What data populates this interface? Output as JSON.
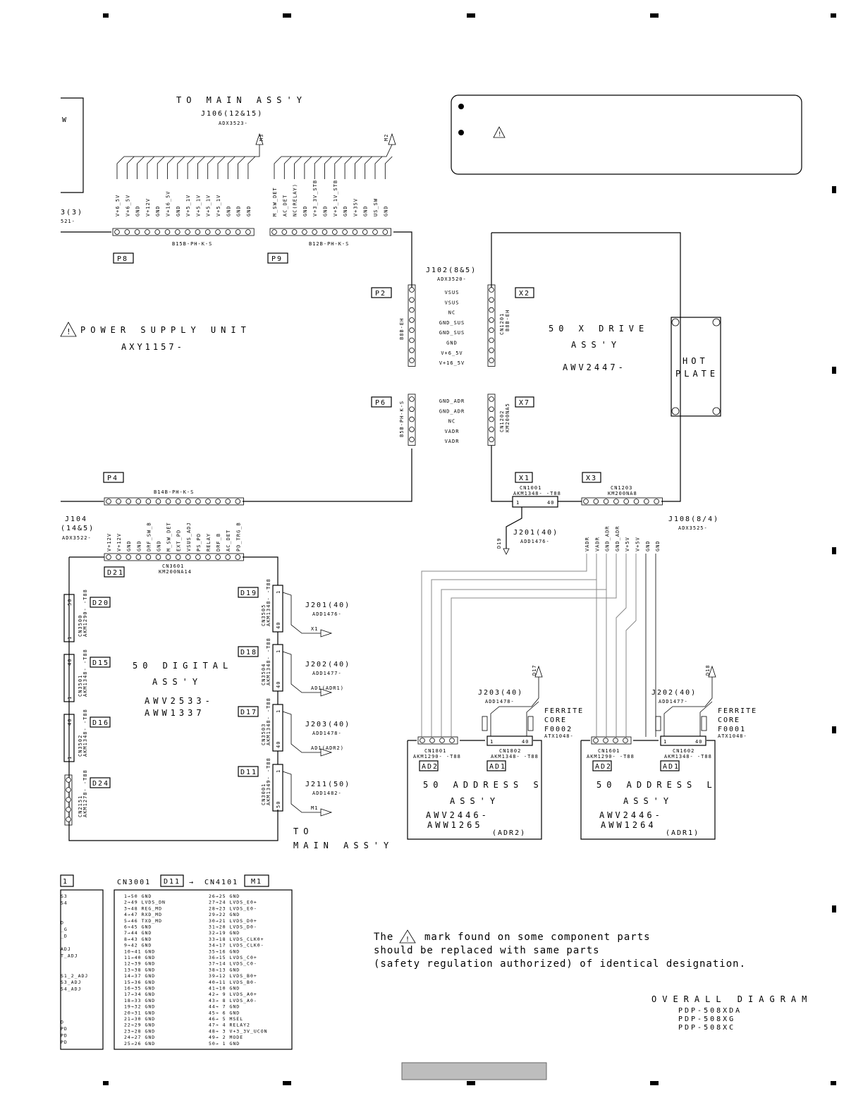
{
  "title": {
    "line1": "OVERALL DIAGRAM",
    "models": [
      "PDP-508XDA",
      "PDP-508XG",
      "PDP-508XC"
    ]
  },
  "safety_note": {
    "line1": "The",
    "line1b": "mark found on some component parts",
    "line2": "should be replaced with same parts",
    "line3": "(safety regulation authorized) of identical designation."
  },
  "main_top": {
    "label": "TO MAIN ASS'Y",
    "connector": "J106(12&15)",
    "part": "ADX3523-",
    "m3": "M3",
    "m2": "M2"
  },
  "p8": {
    "tag": "P8",
    "part": "B15B-PH-K-S",
    "pins": [
      "V+6_5V",
      "V+6_5V",
      "GND",
      "V+12V",
      "GND",
      "V+16_5V",
      "GND",
      "V+5_1V",
      "V+5_1V",
      "V+5_1V",
      "V+5_1V",
      "GND",
      "GND",
      "GND"
    ]
  },
  "p9": {
    "tag": "P9",
    "part": "B12B-PH-K-S",
    "pins": [
      "M_SW_DET",
      "AC_DET",
      "NC(RELAY)",
      "GND",
      "V+3_3V_STB",
      "GND",
      "V+5_1V_STB",
      "GND",
      "V+35V",
      "GND",
      "US_SW",
      "GND"
    ]
  },
  "left_cut": {
    "w": "W",
    "n3": "3(3)",
    "n521": "521-"
  },
  "psu": {
    "name": "POWER SUPPLY UNIT",
    "part": "AXY1157-"
  },
  "j102": {
    "connector": "J102(8&5)",
    "part": "ADX3520-",
    "p2": "P2",
    "p6": "P6",
    "x2": "X2",
    "x7": "X7",
    "p2part": "B8B-EH",
    "p6part": "B5B-PH-K-S",
    "cn1201": "CN1201",
    "cn1201part": "B8B-EH",
    "cn1202": "CN1202",
    "cn1202part": "KM200NA5",
    "sigs_a": [
      "VSUS",
      "VSUS",
      "NC",
      "GND_SUS",
      "GND_SUS",
      "GND",
      "V+6_5V",
      "V+16_5V"
    ],
    "sigs_b": [
      "GND_ADR",
      "GND_ADR",
      "NC",
      "VADR",
      "VADR"
    ]
  },
  "xdrive": {
    "name": "50 X DRIVE",
    "assy": "ASS'Y",
    "part": "AWV2447-",
    "hot1": "HOT",
    "hot2": "PLATE"
  },
  "p4": {
    "tag": "P4",
    "part": "B14B-PH-K-S",
    "conn": "J104",
    "conn2": "(14&5)",
    "conn_part": "ADX3522-",
    "pins": [
      "V+12V",
      "V+12V",
      "GND",
      "GND",
      "DRF_SW_B",
      "GND",
      "M_SW_DET",
      "EXT_PD",
      "VSUS_ADJ",
      "PS_PD",
      "RELAY",
      "DRF_B",
      "AC_DET",
      "PD_TRG_B"
    ]
  },
  "x1": {
    "tag": "X1",
    "cn": "CN1001",
    "cnpart": "AKM1348- -T88",
    "p1": "1",
    "p40": "40",
    "conn": "J201(40)",
    "part": "ADD1476-",
    "d19": "D19"
  },
  "x3": {
    "tag": "X3",
    "cn": "CN1203",
    "cnpart": "KM200NA8",
    "conn": "J108(8/4)",
    "part": "ADX3525-",
    "pins": [
      "VADR",
      "VADR",
      "GND_ADR",
      "GND_ADR",
      "V+5V",
      "V+5V",
      "GND",
      "GND"
    ]
  },
  "digital": {
    "name": "50 DIGITAL",
    "assy": "ASS'Y",
    "part1": "AWV2533-",
    "part2": "AWW1337",
    "d21": "D21",
    "cn3601": "CN3601",
    "cn3601part": "KM200NA14",
    "left": [
      {
        "tag": "D20",
        "cn": "CN3500",
        "p": "AKM1290- -T88",
        "a": "50",
        "b": "1"
      },
      {
        "tag": "D15",
        "cn": "CN3501",
        "p": "AKM1348- -T88",
        "a": "40",
        "b": "1"
      },
      {
        "tag": "D16",
        "cn": "CN3502",
        "p": "AKM1348- -T88",
        "a": "40",
        "b": "1"
      },
      {
        "tag": "D24",
        "cn": "CN2151",
        "p": "AKM1278- -T88",
        "a": "",
        "b": ""
      }
    ],
    "right": [
      {
        "tag": "D19",
        "cn": "CN3505",
        "p": "AKM1348- -T88",
        "conn": "J201(40)",
        "part": "ADD1476-",
        "dest": "X1",
        "a": "1",
        "b": "40"
      },
      {
        "tag": "D18",
        "cn": "CN3504",
        "p": "AKM1348- -T88",
        "conn": "J202(40)",
        "part": "ADD1477-",
        "dest": "AD1(ADR1)",
        "a": "1",
        "b": "40"
      },
      {
        "tag": "D17",
        "cn": "CN3503",
        "p": "AKM1348- -T88",
        "conn": "J203(40)",
        "part": "ADD1478-",
        "dest": "AD1(ADR2)",
        "a": "1",
        "b": "40"
      },
      {
        "tag": "D11",
        "cn": "CN3001",
        "p": "AKM1349- -T88",
        "conn": "J211(50)",
        "part": "ADD1482-",
        "dest": "M1",
        "a": "1",
        "b": "50"
      }
    ],
    "to": "TO",
    "main": "MAIN ASS'Y"
  },
  "adr_s": {
    "name": "50 ADDRESS S",
    "assy": "ASS'Y",
    "part1": "AWV2446-",
    "part2": "AWW1265",
    "tag": "(ADR2)",
    "ad2": "AD2",
    "ad1": "AD1",
    "cn1": "CN1801",
    "cn1p": "AKM1290- -T88",
    "cn2": "CN1802",
    "cn2p": "AKM1348- -T88",
    "conn": "J203(40)",
    "part": "ADD1478-",
    "d17": "D17",
    "ferrite": [
      "FERRITE",
      "CORE",
      "F0002"
    ],
    "fpart": "ATX1048-",
    "p1": "1",
    "p40": "40"
  },
  "adr_l": {
    "name": "50 ADDRESS L",
    "assy": "ASS'Y",
    "part1": "AWV2446-",
    "part2": "AWW1264",
    "tag": "(ADR1)",
    "ad2": "AD2",
    "ad1": "AD1",
    "cn1": "CN1601",
    "cn1p": "AKM1290- -T88",
    "cn2": "CN1602",
    "cn2p": "AKM1348- -T88",
    "conn": "J202(40)",
    "part": "ADD1477-",
    "d18": "D18",
    "ferrite": [
      "FERRITE",
      "CORE",
      "F0001"
    ],
    "fpart": "ATX1048-",
    "p1": "1",
    "p40": "40"
  },
  "table": {
    "cn_a": "CN3001",
    "tag_a": "D11",
    "arrow": "→",
    "cn_b": "CN4101",
    "tag_b": "M1",
    "left_tag": "1",
    "col1": [
      "1→50 GND",
      "2→49 LVDS_DN",
      "3→48 REG_MD",
      "4→47 RXD_MD",
      "5→46 TXD_MD",
      "6→45 GND",
      "7→44 GND",
      "8→43 GND",
      "9→42 GND",
      "10→41 GND",
      "11→40 GND",
      "12→39 GND",
      "13→38 GND",
      "14→37 GND",
      "15→36 GND",
      "16→35 GND",
      "17→34 GND",
      "18→33 GND",
      "19→32 GND",
      "20→31 GND",
      "21→30 GND",
      "22→29 GND",
      "23→28 GND",
      "24→27 GND",
      "25→26 GND"
    ],
    "col2": [
      "26→25 GND",
      "27→24 LVDS_E0+",
      "28→23 LVDS_E0-",
      "29→22 GND",
      "30→21 LVDS_D0+",
      "31→20 LVDS_D0-",
      "32→19 GND",
      "33→18 LVDS_CLK0+",
      "34→17 LVDS_CLK0-",
      "35→16 GND",
      "36→15 LVDS_C0+",
      "37→14 LVDS_C0-",
      "38→13 GND",
      "39→12 LVDS_B0+",
      "40→11 LVDS_B0-",
      "41→10 GND",
      "42→ 9 LVDS_A0+",
      "43→ 8 LVDS_A0-",
      "44→ 7 GND",
      "45→ 6 GND",
      "46→ 5 MSEL",
      "47→ 4 RELAY2",
      "48→ 3 V+3_3V_UCON",
      "49→ 2 MODE",
      "50→ 1 GND"
    ],
    "cut": [
      "S3",
      "S4",
      "",
      "",
      "D",
      "_G",
      "_D",
      "",
      "ADJ",
      "T_ADJ",
      "",
      "",
      "S1_2_ADJ",
      "S3_ADJ",
      "S4_ADJ",
      "",
      "",
      "",
      "",
      "D",
      "PD",
      "PD",
      "PD"
    ]
  }
}
